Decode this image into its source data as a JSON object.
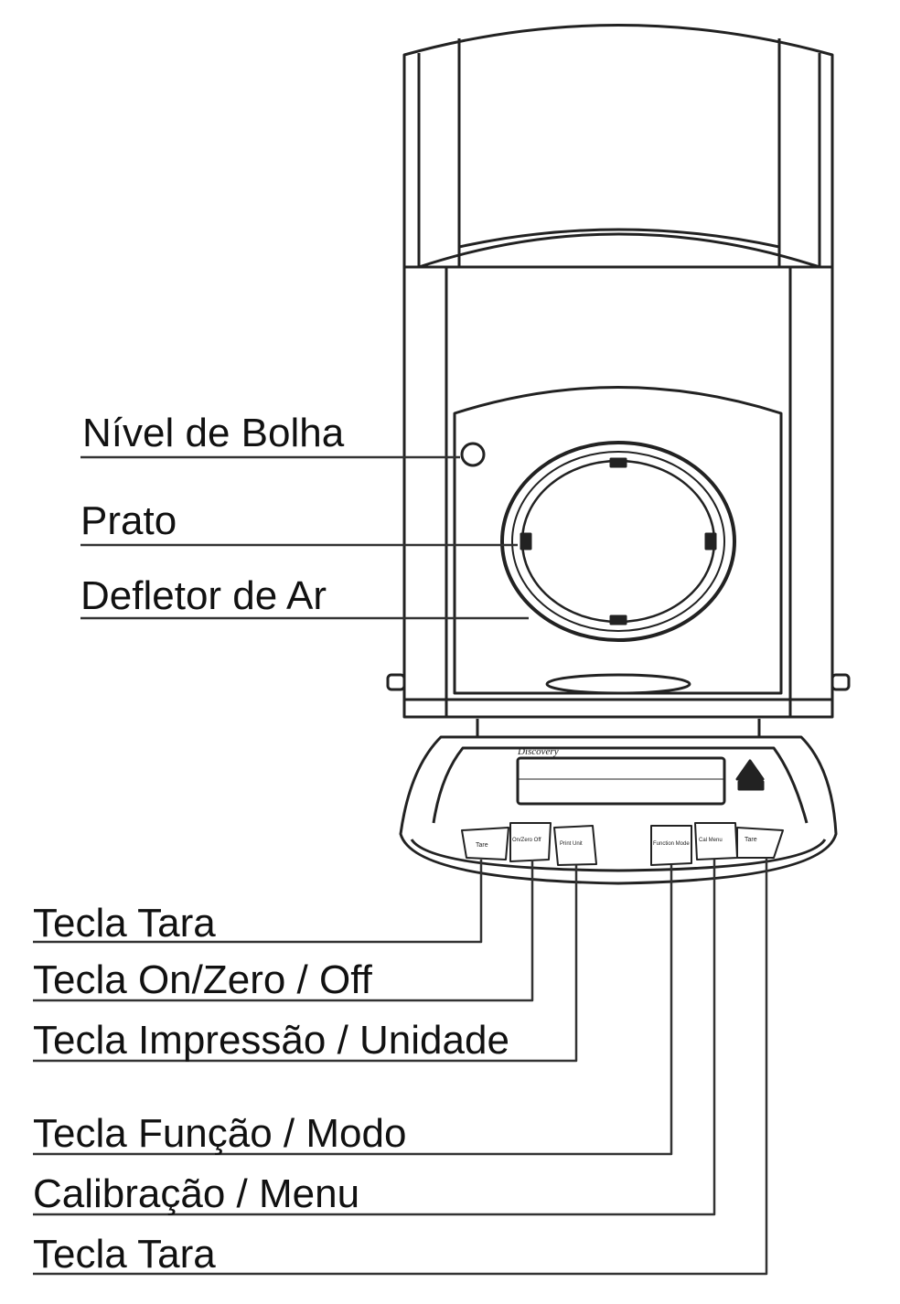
{
  "labels": {
    "bubble_level": "Nível de Bolha",
    "pan": "Prato",
    "draft_shield": "Defletor de Ar",
    "tare_key_left": "Tecla Tara",
    "on_zero_off_key": "Tecla On/Zero / Off",
    "print_unit_key": "Tecla Impressão / Unidade",
    "function_mode_key": "Tecla Função / Modo",
    "calibration_menu_key": "Calibração / Menu",
    "tare_key_right": "Tecla Tara"
  },
  "device": {
    "brand_text": "Discovery",
    "keypad": [
      {
        "text": "Tare"
      },
      {
        "text": "On/Zero Off"
      },
      {
        "text": "Print Unit"
      },
      {
        "text": "Function Mode"
      },
      {
        "text": "Cal Menu"
      },
      {
        "text": "Tare"
      }
    ]
  },
  "colors": {
    "ink": "#111111",
    "paper": "#ffffff",
    "device_stroke": "#222222"
  }
}
